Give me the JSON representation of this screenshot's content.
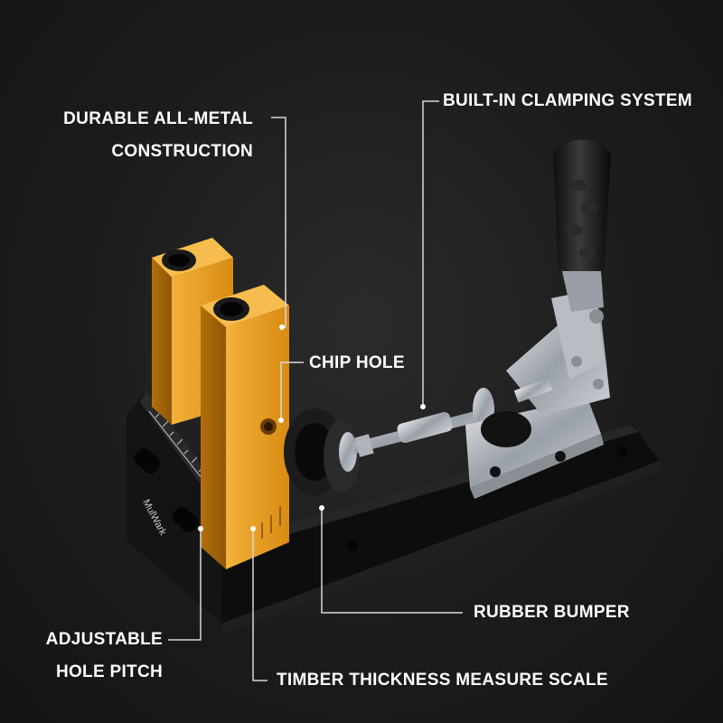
{
  "callouts": {
    "metal": {
      "line1": "DURABLE ALL-METAL",
      "line2": "CONSTRUCTION"
    },
    "clamp": {
      "text": "BUILT-IN CLAMPING SYSTEM"
    },
    "chip": {
      "text": "CHIP HOLE"
    },
    "bumper": {
      "text": "RUBBER BUMPER"
    },
    "pitch": {
      "line1": "ADJUSTABLE",
      "line2": "HOLE PITCH"
    },
    "scale": {
      "text": "TIMBER THICKNESS MEASURE SCALE"
    }
  },
  "product": {
    "brand": "MulWark"
  },
  "colors": {
    "background": "#1c1c1c",
    "guide_block": "#e89a1f",
    "base": "#111111",
    "callout_line": "#d8d8d8"
  },
  "icons": [
    "guide-block",
    "toggle-clamp",
    "rubber-bumper",
    "base-plate"
  ]
}
